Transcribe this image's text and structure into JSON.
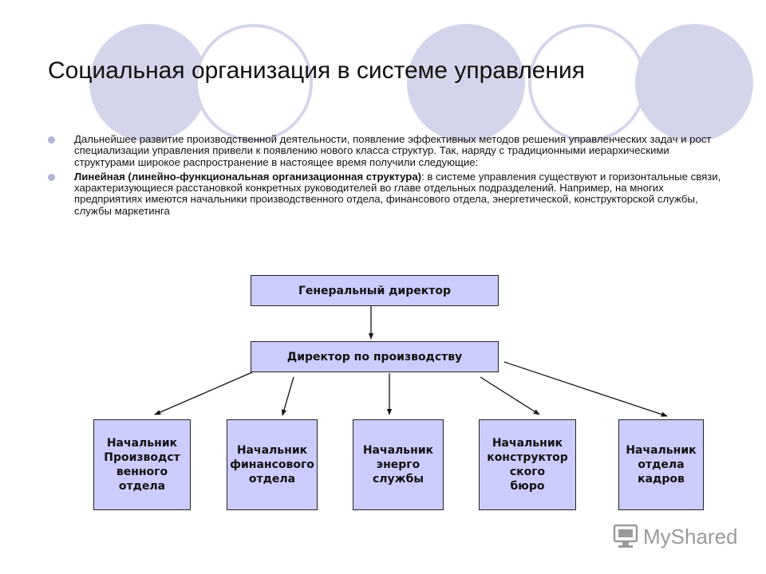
{
  "slide": {
    "title": "Социальная организация в системе управления",
    "bullets": [
      {
        "bold": "",
        "text": "Дальнейшее развитие производственной деятельности, появление эффективных методов решения управленческих задач и рост специализации управления привели к появлению нового класса структур. Так, наряду с традиционными иерархическими структурами широкое распространение в настоящее время получили следующие:"
      },
      {
        "bold": "Линейная (линейно-функциональная организационная структура)",
        "text": ": в системе управления существуют и горизонтальные связи, характеризующиеся расстановкой конкретных руководителей во главе отдельных подразделений. Например, на многих предприятиях имеются начальники производственного отдела, финансового отдела, энергетической, конструкторской службы, службы маркетинга"
      }
    ]
  },
  "org_chart": {
    "top": "Генеральный директор",
    "middle": "Директор по производству",
    "bottom": [
      "Начальник\nПроизводст\nвенного\nотдела",
      "Начальник\nфинансового\nотдела",
      "Начальник\nэнерго\nслужбы",
      "Начальник\nконструктор\nского\nбюро",
      "Начальник\nотдела\nкадров"
    ]
  },
  "watermark": {
    "text": "MyShared"
  },
  "colors": {
    "box_fill": "#ccccff",
    "circle": "#d4d4ea",
    "bullet": "#b4b4d8"
  }
}
